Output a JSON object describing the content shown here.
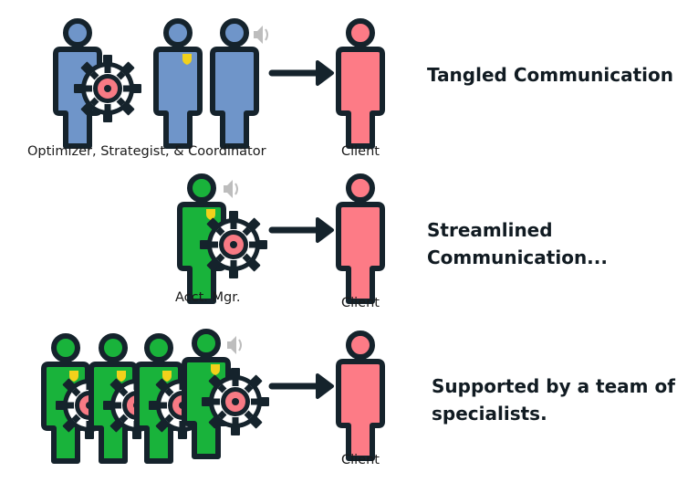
{
  "rows": [
    {
      "people_label": "Optimizer, Strategist, & Coordinator",
      "client_label": "Client",
      "headline": "Tangled Communication"
    },
    {
      "people_label": "Acct. Mgr.",
      "client_label": "Client",
      "headline": "Streamlined Communication..."
    },
    {
      "people_label": "",
      "client_label": "Client",
      "headline": "Supported by a team of specialists."
    }
  ],
  "colors": {
    "outline": "#15232c",
    "blue": "#6f95c9",
    "green": "#19b33b",
    "client": "#fd7b86",
    "gear_ring": "#f77a84",
    "badge": "#f2d11b",
    "speaker": "#bdbdbd"
  },
  "icons": [
    "person-icon",
    "gear-icon",
    "badge-icon",
    "speaker-icon",
    "arrow-icon"
  ]
}
